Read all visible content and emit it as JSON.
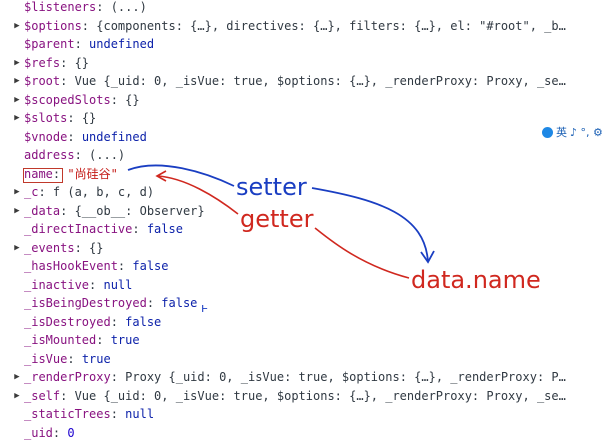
{
  "rows": [
    {
      "tri": "",
      "key": "$listeners",
      "rest": "(...)"
    },
    {
      "tri": "▶",
      "key": "$options",
      "rest": "{components: {…}, directives: {…}, filters: {…}, el: \"#root\", _b…"
    },
    {
      "tri": "",
      "key": "$parent",
      "rest": "undefined"
    },
    {
      "tri": "▶",
      "key": "$refs",
      "rest": "{}"
    },
    {
      "tri": "▶",
      "key": "$root",
      "rest": "Vue {_uid: 0, _isVue: true, $options: {…}, _renderProxy: Proxy, _se…"
    },
    {
      "tri": "▶",
      "key": "$scopedSlots",
      "rest": "{}"
    },
    {
      "tri": "▶",
      "key": "$slots",
      "rest": "{}"
    },
    {
      "tri": "",
      "key": "$vnode",
      "rest": "undefined"
    },
    {
      "tri": "",
      "key": "address",
      "rest": "(...)"
    },
    {
      "tri": "",
      "key": "name",
      "rest": "\"尚硅谷\""
    },
    {
      "tri": "▶",
      "key": "_c",
      "rest": "f (a, b, c, d)"
    },
    {
      "tri": "▶",
      "key": "_data",
      "rest": "{__ob__: Observer}"
    },
    {
      "tri": "",
      "key": "_directInactive",
      "rest": "false"
    },
    {
      "tri": "▶",
      "key": "_events",
      "rest": "{}"
    },
    {
      "tri": "",
      "key": "_hasHookEvent",
      "rest": "false"
    },
    {
      "tri": "",
      "key": "_inactive",
      "rest": "null"
    },
    {
      "tri": "",
      "key": "_isBeingDestroyed",
      "rest": "false"
    },
    {
      "tri": "",
      "key": "_isDestroyed",
      "rest": "false"
    },
    {
      "tri": "",
      "key": "_isMounted",
      "rest": "true"
    },
    {
      "tri": "",
      "key": "_isVue",
      "rest": "true"
    },
    {
      "tri": "▶",
      "key": "_renderProxy",
      "rest": "Proxy {_uid: 0, _isVue: true, $options: {…}, _renderProxy: P…"
    },
    {
      "tri": "▶",
      "key": "_self",
      "rest": "Vue {_uid: 0, _isVue: true, $options: {…}, _renderProxy: Proxy, _se…"
    },
    {
      "tri": "",
      "key": "_staticTrees",
      "rest": "null"
    },
    {
      "tri": "",
      "key": "_uid",
      "rest": "0"
    }
  ],
  "annotations": {
    "setter": "setter",
    "getter": "getter",
    "data_name": "data.name"
  },
  "ime": {
    "label": "英",
    "extra": "♪ °, ⚙"
  },
  "colors": {
    "setter": "#1a3ec2",
    "getter": "#d0281f",
    "box": "#c0392b",
    "key": "#881280"
  }
}
